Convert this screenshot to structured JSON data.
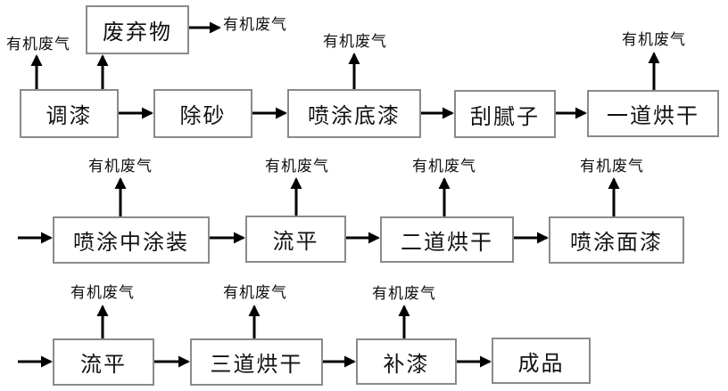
{
  "diagram": {
    "emission_label": "有机废气",
    "arrow_color": "#000000",
    "box_border_color": "#8a8a8a",
    "nodes": [
      {
        "id": "waste",
        "label": "废弃物"
      },
      {
        "id": "paint-mixing",
        "label": "调漆"
      },
      {
        "id": "sand-removal",
        "label": "除砂"
      },
      {
        "id": "spray-primer",
        "label": "喷涂底漆"
      },
      {
        "id": "putty-scraping",
        "label": "刮腻子"
      },
      {
        "id": "first-drying",
        "label": "一道烘干"
      },
      {
        "id": "spray-mid-coat",
        "label": "喷涂中涂装"
      },
      {
        "id": "leveling-1",
        "label": "流平"
      },
      {
        "id": "second-drying",
        "label": "二道烘干"
      },
      {
        "id": "spray-topcoat",
        "label": "喷涂面漆"
      },
      {
        "id": "leveling-2",
        "label": "流平"
      },
      {
        "id": "third-drying",
        "label": "三道烘干"
      },
      {
        "id": "touch-up-paint",
        "label": "补漆"
      },
      {
        "id": "finished-product",
        "label": "成品"
      }
    ]
  }
}
